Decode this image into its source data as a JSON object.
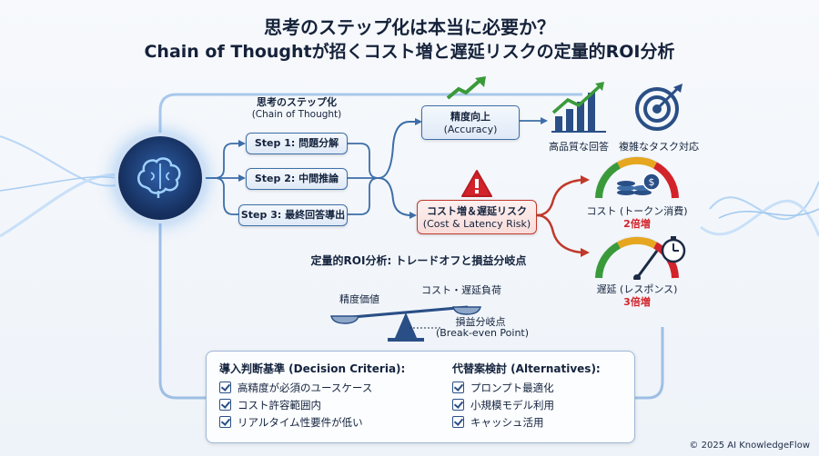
{
  "title": {
    "line1": "思考のステップ化は本当に必要か？",
    "line2": "Chain of Thoughtが招くコスト増と遅延リスクの定量的ROI分析"
  },
  "cot": {
    "heading": "思考のステップ化",
    "heading_en": "(Chain of Thought)",
    "steps": [
      "Step 1: 問題分解",
      "Step 2: 中間推論",
      "Step 3: 最終回答導出"
    ]
  },
  "accuracy": {
    "label": "精度向上",
    "label_en": "(Accuracy)",
    "benefit1": "高品質な回答",
    "benefit2": "複雑なタスク対応"
  },
  "risk": {
    "label": "コスト増＆遅延リスク",
    "label_en": "(Cost & Latency Risk)",
    "cost_label": "コスト (トークン消費)",
    "cost_value": "2倍増",
    "latency_label": "遅延 (レスポンス)",
    "latency_value": "3倍増"
  },
  "roi": {
    "heading": "定量的ROI分析: トレードオフと損益分岐点",
    "left_label": "精度価値",
    "right_label": "コスト・遅延負荷",
    "pivot_label": "損益分岐点",
    "pivot_label_en": "(Break-even Point)"
  },
  "criteria": {
    "heading": "導入判断基準 (Decision Criteria):",
    "items": [
      "高精度が必須のユースケース",
      "コスト許容範囲内",
      "リアルタイム性要件が低い"
    ]
  },
  "alternatives": {
    "heading": "代替案検討 (Alternatives):",
    "items": [
      "プロンプト最適化",
      "小規模モデル利用",
      "キャッシュ活用"
    ]
  },
  "footer": "© 2025 AI KnowledgeFlow",
  "colors": {
    "blue": "#3d6ea8",
    "red": "#d2232a",
    "green": "#3a9a3a",
    "navy": "#1f3a68"
  }
}
